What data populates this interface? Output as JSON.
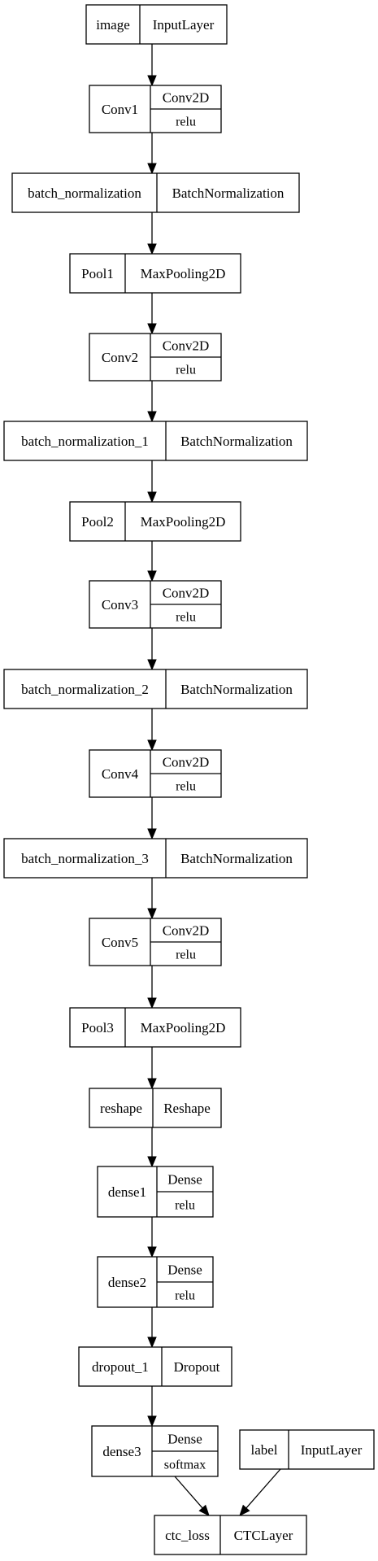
{
  "nodes": [
    {
      "id": "image",
      "name": "image",
      "type": "InputLayer"
    },
    {
      "id": "conv1",
      "name": "Conv1",
      "type": "Conv2D",
      "activation": "relu"
    },
    {
      "id": "bn0",
      "name": "batch_normalization",
      "type": "BatchNormalization"
    },
    {
      "id": "pool1",
      "name": "Pool1",
      "type": "MaxPooling2D"
    },
    {
      "id": "conv2",
      "name": "Conv2",
      "type": "Conv2D",
      "activation": "relu"
    },
    {
      "id": "bn1",
      "name": "batch_normalization_1",
      "type": "BatchNormalization"
    },
    {
      "id": "pool2",
      "name": "Pool2",
      "type": "MaxPooling2D"
    },
    {
      "id": "conv3",
      "name": "Conv3",
      "type": "Conv2D",
      "activation": "relu"
    },
    {
      "id": "bn2",
      "name": "batch_normalization_2",
      "type": "BatchNormalization"
    },
    {
      "id": "conv4",
      "name": "Conv4",
      "type": "Conv2D",
      "activation": "relu"
    },
    {
      "id": "bn3",
      "name": "batch_normalization_3",
      "type": "BatchNormalization"
    },
    {
      "id": "conv5",
      "name": "Conv5",
      "type": "Conv2D",
      "activation": "relu"
    },
    {
      "id": "pool3",
      "name": "Pool3",
      "type": "MaxPooling2D"
    },
    {
      "id": "reshape",
      "name": "reshape",
      "type": "Reshape"
    },
    {
      "id": "dense1",
      "name": "dense1",
      "type": "Dense",
      "activation": "relu"
    },
    {
      "id": "dense2",
      "name": "dense2",
      "type": "Dense",
      "activation": "relu"
    },
    {
      "id": "dropout1",
      "name": "dropout_1",
      "type": "Dropout"
    },
    {
      "id": "dense3",
      "name": "dense3",
      "type": "Dense",
      "activation": "softmax"
    },
    {
      "id": "label",
      "name": "label",
      "type": "InputLayer"
    },
    {
      "id": "ctc",
      "name": "ctc_loss",
      "type": "CTCLayer"
    }
  ],
  "edges": [
    [
      "image",
      "conv1"
    ],
    [
      "conv1",
      "bn0"
    ],
    [
      "bn0",
      "pool1"
    ],
    [
      "pool1",
      "conv2"
    ],
    [
      "conv2",
      "bn1"
    ],
    [
      "bn1",
      "pool2"
    ],
    [
      "pool2",
      "conv3"
    ],
    [
      "conv3",
      "bn2"
    ],
    [
      "bn2",
      "conv4"
    ],
    [
      "conv4",
      "bn3"
    ],
    [
      "bn3",
      "conv5"
    ],
    [
      "conv5",
      "pool3"
    ],
    [
      "pool3",
      "reshape"
    ],
    [
      "reshape",
      "dense1"
    ],
    [
      "dense1",
      "dense2"
    ],
    [
      "dense2",
      "dropout1"
    ],
    [
      "dropout1",
      "dense3"
    ],
    [
      "dense3",
      "ctc"
    ],
    [
      "label",
      "ctc"
    ]
  ]
}
